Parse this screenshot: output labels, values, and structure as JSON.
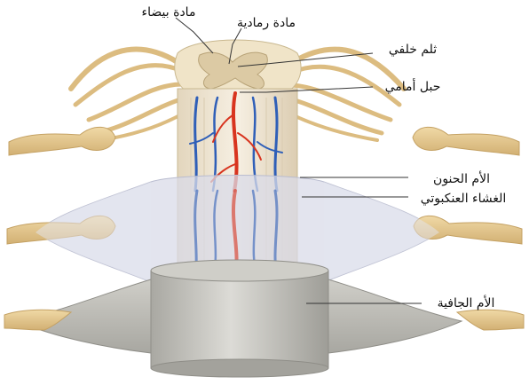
{
  "labels": {
    "white_matter": "مادة بيضاء",
    "gray_matter": "مادة رمادية",
    "posterior_sulcus": "ثلم خلفي",
    "anterior_fissure": "حبل أمامي",
    "pia_mater": "الأم الحنون",
    "arachnoid": "الغشاء العنكبوتي",
    "dura_mater": "الأم الجافية"
  },
  "colors": {
    "nerve": "#e7c98e",
    "nerve_dark": "#c9a667",
    "cord": "#f1e6d0",
    "gray_matter": "#e2d3b0",
    "artery": "#d8341f",
    "vein": "#2f5fb8",
    "arachnoid": "#d9dbe8",
    "dura": "#bdbcb6"
  }
}
